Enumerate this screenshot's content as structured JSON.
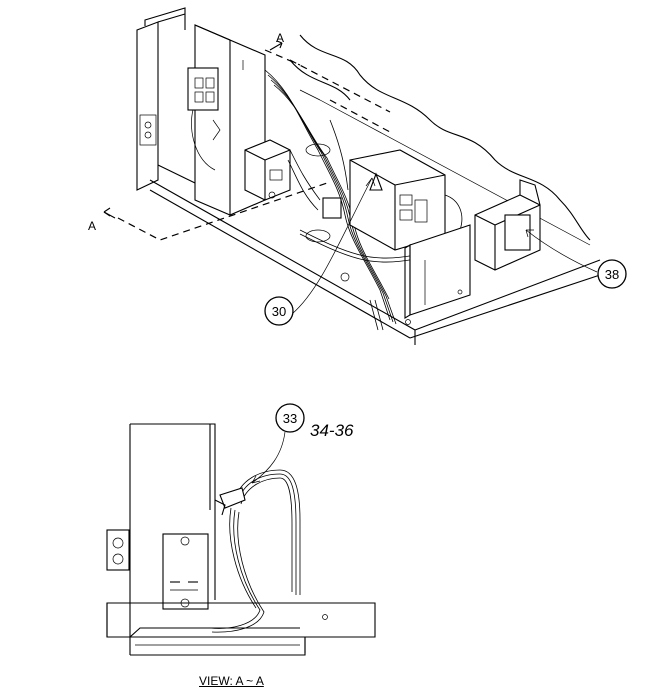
{
  "section_marker": "A",
  "callouts": {
    "c30": "30",
    "c38": "38",
    "c33": "33"
  },
  "part_range_label": "34-36",
  "view_label": "VIEW: A ~ A"
}
